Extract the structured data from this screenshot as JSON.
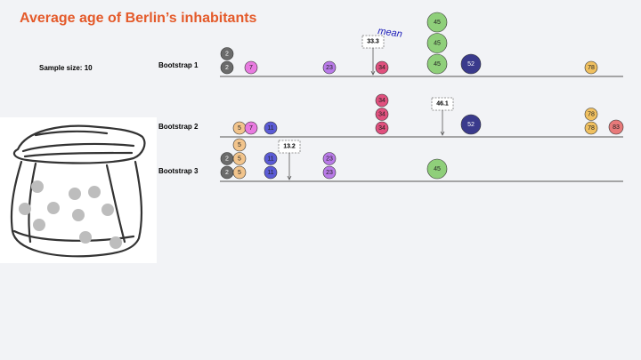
{
  "title": "Average age of Berlin’s inhabitants",
  "sample_label": "Sample size: 10",
  "mean_word": "mean",
  "colors": {
    "2": "#6b6b6b",
    "5": "#f2c48c",
    "7": "#e87ae0",
    "11": "#5b5bd6",
    "23": "#b97ae8",
    "34": "#e0507e",
    "45": "#8fcf7a",
    "52": "#3a3a8c",
    "78": "#f0c060",
    "83": "#e87a7a"
  },
  "text_colors": {
    "2": "#ffffff",
    "52": "#ffffff"
  },
  "bootstraps": [
    {
      "label": "Bootstrap 1",
      "mean": "33.3",
      "balls": [
        {
          "value": 2,
          "count": 2
        },
        {
          "value": 7,
          "count": 1
        },
        {
          "value": 23,
          "count": 1
        },
        {
          "value": 34,
          "count": 1
        },
        {
          "value": 45,
          "count": 3
        },
        {
          "value": 52,
          "count": 1
        },
        {
          "value": 78,
          "count": 1
        }
      ]
    },
    {
      "label": "Bootstrap 2",
      "mean": "46.1",
      "balls": [
        {
          "value": 5,
          "count": 1
        },
        {
          "value": 7,
          "count": 1
        },
        {
          "value": 11,
          "count": 1
        },
        {
          "value": 34,
          "count": 3
        },
        {
          "value": 52,
          "count": 1
        },
        {
          "value": 78,
          "count": 2
        },
        {
          "value": 83,
          "count": 1
        }
      ]
    },
    {
      "label": "Bootstrap 3",
      "mean": "13.2",
      "balls": [
        {
          "value": 2,
          "count": 2
        },
        {
          "value": 5,
          "count": 3
        },
        {
          "value": 11,
          "count": 2
        },
        {
          "value": 23,
          "count": 2
        },
        {
          "value": 45,
          "count": 1
        }
      ]
    }
  ]
}
